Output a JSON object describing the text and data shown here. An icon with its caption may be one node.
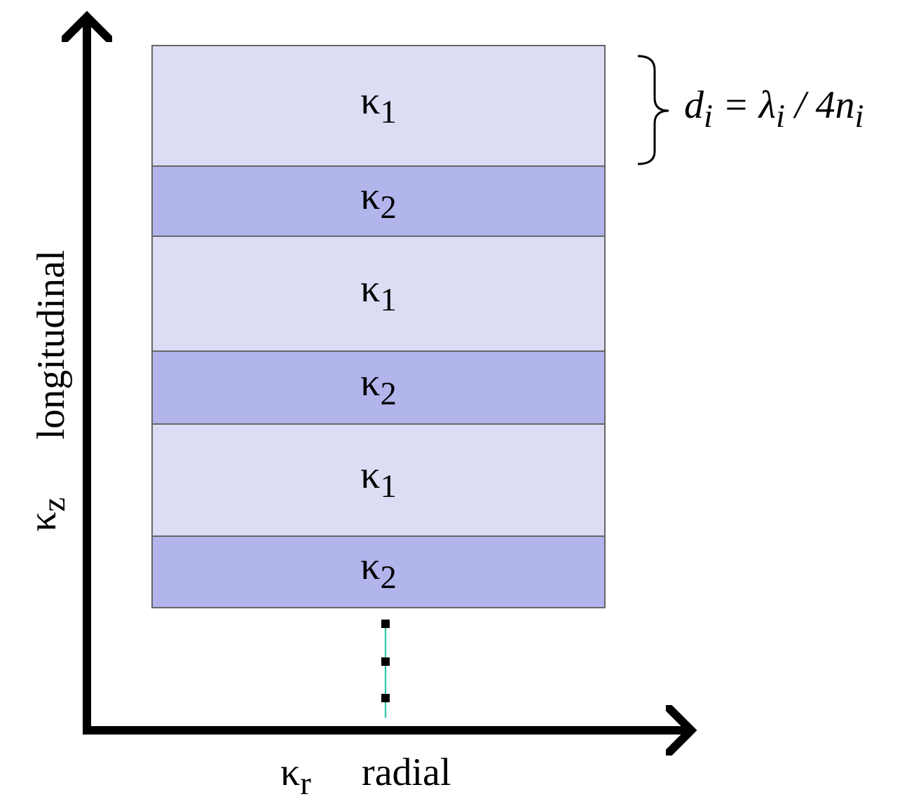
{
  "diagram": {
    "nodes": [
      {
        "text": [
          "κ$_{1}$"
        ]
      },
      {
        "text": [
          "κ$_{2}$"
        ]
      },
      {
        "text": [
          "κ$_{1}$"
        ]
      },
      {
        "text": [
          "κ$_{2}$"
        ]
      },
      {
        "text": [
          "κ$_{1}$"
        ]
      },
      {
        "text": [
          "κ$_{2}$"
        ]
      }
    ],
    "edges": [],
    "labels": [
      "d$_{i}$ = λ$_{i}$ / 4n$_{i}$",
      "κ$_{z}$",
      "longitudinal",
      "κ$_{r}$",
      "radial"
    ]
  }
}
